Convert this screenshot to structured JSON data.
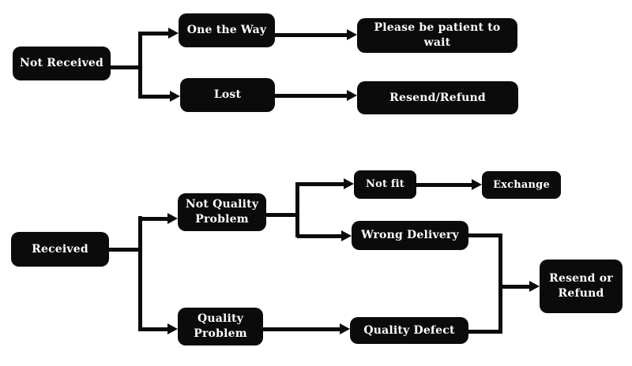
{
  "colors": {
    "background": "#ffffff",
    "node_fill": "#0b0b0b",
    "node_text": "#ffffff",
    "connector": "#0b0b0b"
  },
  "nodes": {
    "not_received": "Not Received",
    "one_the_way": "One the Way",
    "lost": "Lost",
    "please_wait": "Please be patient to wait",
    "resend_refund": "Resend/Refund",
    "received": "Received",
    "not_quality_problem": "Not Quality Problem",
    "quality_problem": "Quality Problem",
    "not_fit": "Not fit",
    "exchange": "Exchange",
    "wrong_delivery": "Wrong Delivery",
    "quality_defect": "Quality Defect",
    "resend_or_refund": "Resend or Refund"
  },
  "edges": [
    {
      "from": "not_received",
      "to": "one_the_way"
    },
    {
      "from": "not_received",
      "to": "lost"
    },
    {
      "from": "one_the_way",
      "to": "please_wait"
    },
    {
      "from": "lost",
      "to": "resend_refund"
    },
    {
      "from": "received",
      "to": "not_quality_problem"
    },
    {
      "from": "received",
      "to": "quality_problem"
    },
    {
      "from": "not_quality_problem",
      "to": "not_fit"
    },
    {
      "from": "not_quality_problem",
      "to": "wrong_delivery"
    },
    {
      "from": "not_fit",
      "to": "exchange"
    },
    {
      "from": "quality_problem",
      "to": "quality_defect"
    },
    {
      "from": "wrong_delivery",
      "to": "resend_or_refund"
    },
    {
      "from": "quality_defect",
      "to": "resend_or_refund"
    }
  ]
}
